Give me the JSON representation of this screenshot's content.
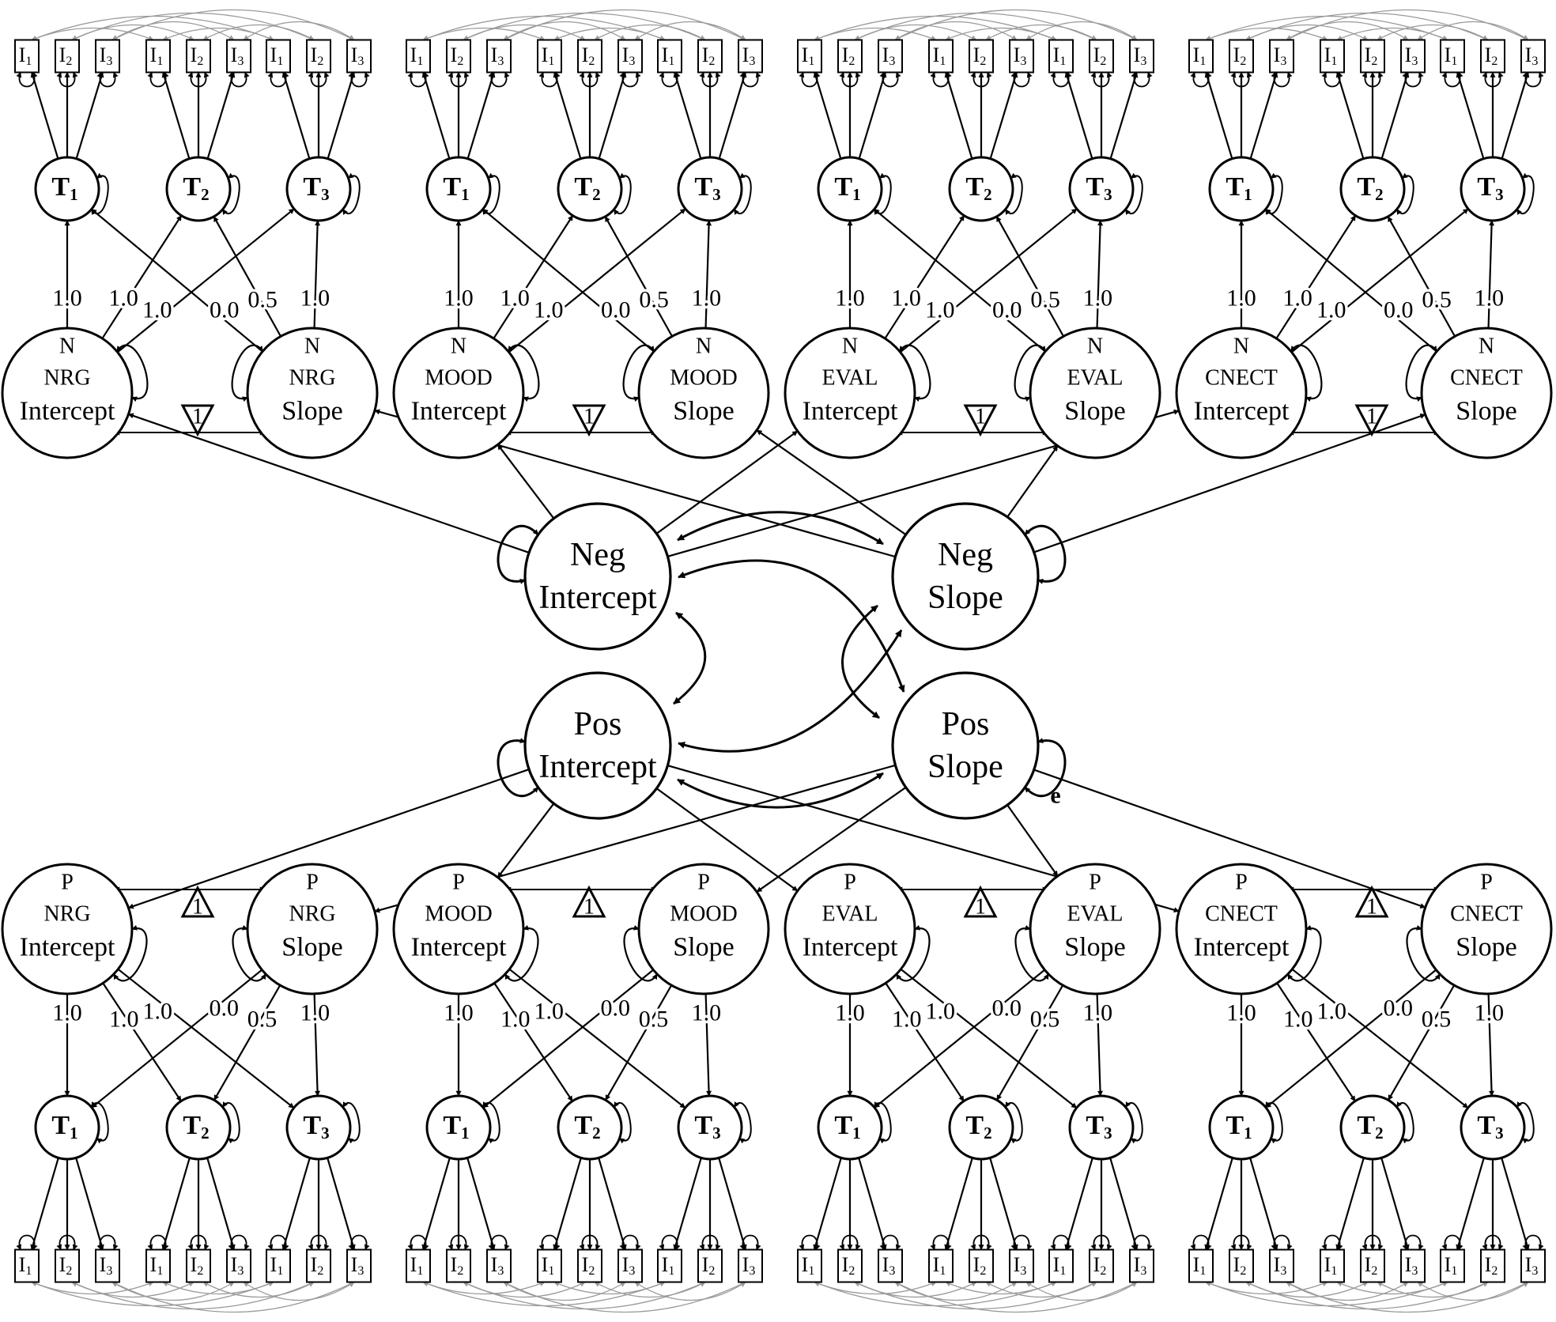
{
  "factors": {
    "neg_intercept": [
      "Neg",
      "Intercept"
    ],
    "neg_slope": [
      "Neg",
      "Slope"
    ],
    "pos_intercept": [
      "Pos",
      "Intercept"
    ],
    "pos_slope": [
      "Pos",
      "Slope"
    ],
    "residual_label": "e"
  },
  "domains": [
    {
      "name": "NRG"
    },
    {
      "name": "MOOD"
    },
    {
      "name": "EVAL"
    },
    {
      "name": "CNECT"
    }
  ],
  "valence": {
    "neg": "N",
    "pos": "P"
  },
  "growth_labels": {
    "intercept": "Intercept",
    "slope": "Slope"
  },
  "time_points": [
    {
      "base": "T",
      "sub": "1"
    },
    {
      "base": "T",
      "sub": "2"
    },
    {
      "base": "T",
      "sub": "3"
    }
  ],
  "items": [
    {
      "base": "I",
      "sub": "1"
    },
    {
      "base": "I",
      "sub": "2"
    },
    {
      "base": "I",
      "sub": "3"
    }
  ],
  "loadings": {
    "intercept": [
      "1.0",
      "1.0",
      "1.0"
    ],
    "slope": [
      "0.0",
      "0.5",
      "1.0"
    ]
  },
  "constant": "1",
  "colors": {
    "line": "#000000",
    "correlated_residual": "#9a9a9a",
    "background": "#ffffff"
  }
}
